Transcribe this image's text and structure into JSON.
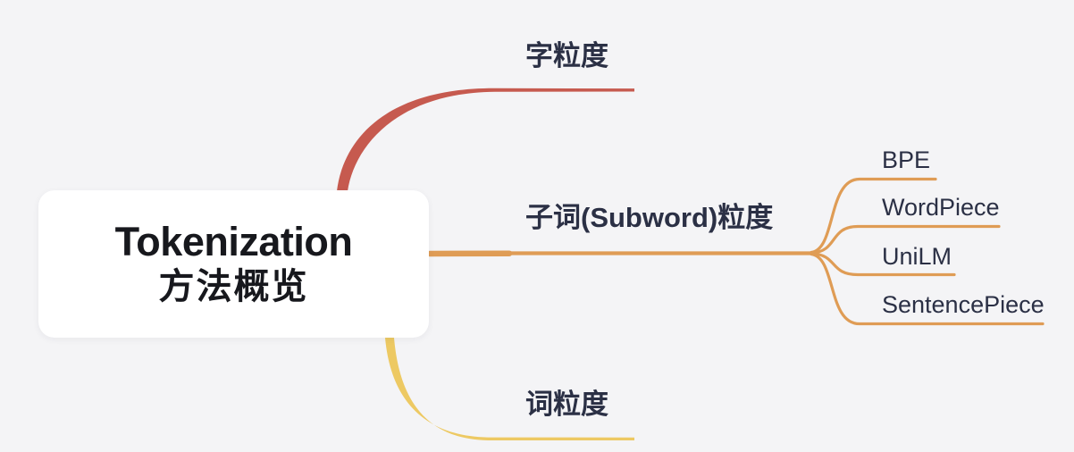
{
  "palette": {
    "background": "#f4f4f6",
    "node_bg": "#ffffff",
    "node_text": "#17181d",
    "label_text": "#2b3045"
  },
  "root": {
    "title": "Tokenization",
    "subtitle": "方法概览"
  },
  "branches": [
    {
      "id": "char-granularity",
      "label": "字粒度",
      "color": "#c65a4f",
      "children": []
    },
    {
      "id": "subword-granularity",
      "label": "子词(Subword)粒度",
      "color": "#df9c55",
      "children": [
        {
          "label": "BPE"
        },
        {
          "label": "WordPiece"
        },
        {
          "label": "UniLM"
        },
        {
          "label": "SentencePiece"
        }
      ]
    },
    {
      "id": "word-granularity",
      "label": "词粒度",
      "color": "#edc963",
      "children": []
    }
  ]
}
